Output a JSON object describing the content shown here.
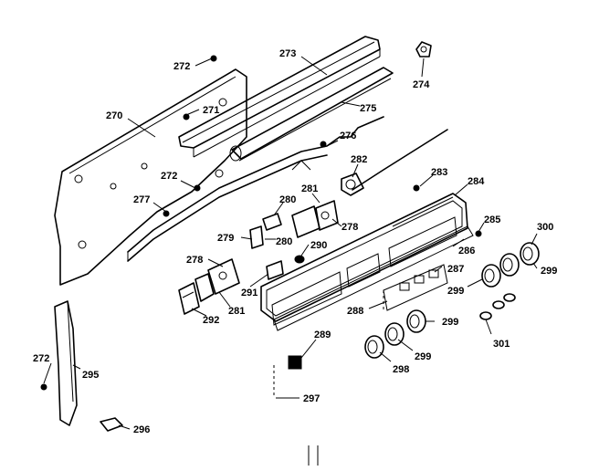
{
  "diagram": {
    "parts": {
      "p270": "270",
      "p271": "271",
      "p272a": "272",
      "p272b": "272",
      "p272c": "272",
      "p273": "273",
      "p274": "274",
      "p275": "275",
      "p276": "276",
      "p277": "277",
      "p278a": "278",
      "p278b": "278",
      "p279": "279",
      "p280a": "280",
      "p280b": "280",
      "p281a": "281",
      "p281b": "281",
      "p282": "282",
      "p283": "283",
      "p284": "284",
      "p285": "285",
      "p286": "286",
      "p287": "287",
      "p288": "288",
      "p289": "289",
      "p290": "290",
      "p291": "291",
      "p292": "292",
      "p295": "295",
      "p296": "296",
      "p297": "297",
      "p298": "298",
      "p299a": "299",
      "p299b": "299",
      "p299c": "299",
      "p299d": "299",
      "p300": "300",
      "p301": "301"
    }
  }
}
